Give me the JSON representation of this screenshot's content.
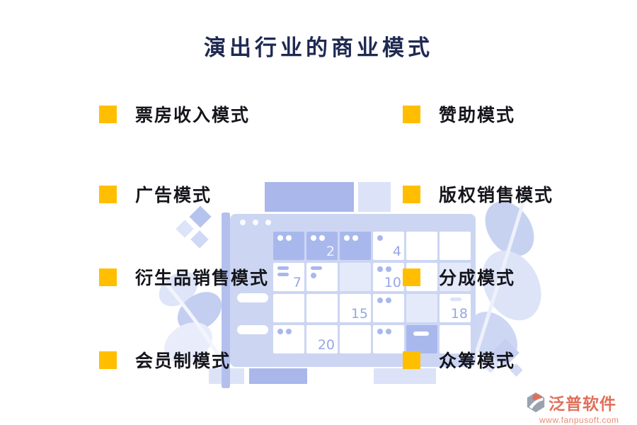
{
  "page": {
    "title": "演出行业的商业模式"
  },
  "colors": {
    "title_text": "#1f2a52",
    "item_text": "#15151c",
    "bullet_accent": "#ffbf00",
    "calendar_frame": "#ccd6f3",
    "cell_filled": "#a9b8ec",
    "cell_light": "#e4eafa",
    "day_number": "#96a7e4",
    "logo_accent": "#e0705a"
  },
  "list": {
    "left": [
      {
        "label": "票房收入模式"
      },
      {
        "label": "广告模式"
      },
      {
        "label": "衍生品销售模式"
      },
      {
        "label": "会员制模式"
      }
    ],
    "right": [
      {
        "label": "赞助模式"
      },
      {
        "label": "版权销售模式"
      },
      {
        "label": "分成模式"
      },
      {
        "label": "众筹模式"
      }
    ]
  },
  "illustration": {
    "calendar": {
      "visible_day_numbers": [
        "2",
        "4",
        "7",
        "10",
        "15",
        "18",
        "20"
      ],
      "rows": [
        [
          {
            "bg": "filled",
            "marks": [
              "dot",
              "dot"
            ]
          },
          {
            "bg": "filled",
            "marks": [
              "dot",
              "dot"
            ],
            "num": "2"
          },
          {
            "bg": "filled",
            "marks": [
              "dot",
              "dot"
            ]
          },
          {
            "bg": "white",
            "marks": [
              "dot"
            ],
            "num": "4"
          },
          {
            "bg": "white"
          },
          {
            "bg": "white"
          }
        ],
        [
          {
            "bg": "white",
            "marks": [
              "bar",
              "bar"
            ],
            "num": "7"
          },
          {
            "bg": "white",
            "marks": [
              "bar",
              "dot"
            ]
          },
          {
            "bg": "light"
          },
          {
            "bg": "white",
            "marks": [
              "dot",
              "dot"
            ],
            "num": "10"
          },
          {
            "bg": "white"
          },
          {
            "bg": "light"
          }
        ],
        [
          {
            "bg": "white"
          },
          {
            "bg": "white"
          },
          {
            "bg": "white",
            "num": "15"
          },
          {
            "bg": "white",
            "marks": [
              "dot",
              "dot"
            ]
          },
          {
            "bg": "light"
          },
          {
            "bg": "white",
            "marks": [
              "bar"
            ],
            "markPos": "tr",
            "num": "18"
          }
        ],
        [
          {
            "bg": "white",
            "marks": [
              "dot",
              "dot"
            ]
          },
          {
            "bg": "white",
            "num": "20"
          },
          {
            "bg": "white"
          },
          {
            "bg": "white",
            "marks": [
              "dot",
              "dot"
            ]
          },
          {
            "bg": "filled",
            "marks": [
              "bar"
            ],
            "markPos": "ctr"
          },
          {
            "bg": "white"
          }
        ]
      ]
    }
  },
  "footer": {
    "brand": "泛普软件",
    "url": "www.fanpusoft.com"
  }
}
